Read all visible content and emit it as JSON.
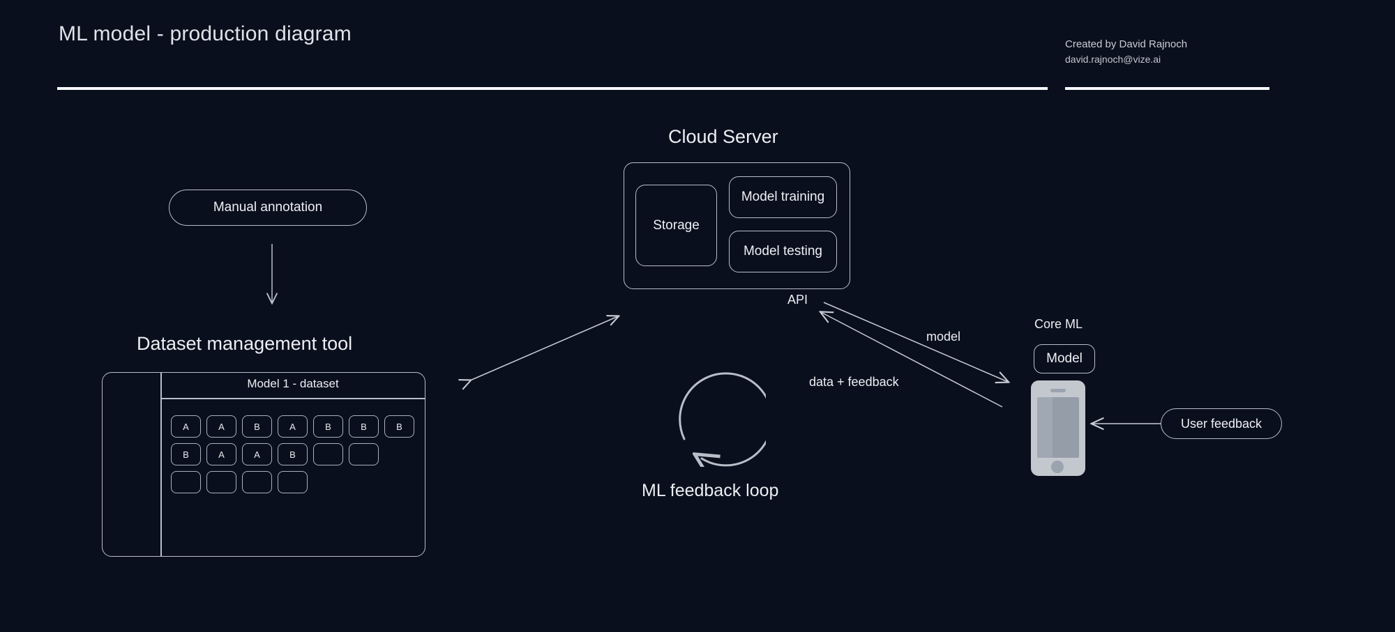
{
  "header": {
    "title": "ML model - production diagram",
    "credit_line1": "Created by David Rajnoch",
    "credit_line2": "david.rajnoch@vize.ai"
  },
  "nodes": {
    "manual_annotation": "Manual annotation",
    "dataset_tool_title": "Dataset management tool",
    "dataset_header": "Model 1 - dataset",
    "cloud_title": "Cloud Server",
    "storage": "Storage",
    "model_training": "Model training",
    "model_testing": "Model testing",
    "api": "API",
    "feedback_loop": "ML feedback loop",
    "core_ml": "Core ML",
    "model": "Model",
    "user_feedback": "User feedback"
  },
  "edges": {
    "model": "model",
    "data_feedback": "data + feedback"
  },
  "dataset_tiles": {
    "rows": [
      [
        "A",
        "A",
        "B",
        "A",
        "B",
        "B",
        "B"
      ],
      [
        "B",
        "A",
        "A",
        "B",
        "",
        ""
      ],
      [
        "",
        "",
        "",
        ""
      ]
    ]
  },
  "colors": {
    "background": "#0a0f1e",
    "stroke": "#b9bfc8",
    "text": "#e8eaed",
    "rule": "#ffffff",
    "phone_body": "#c3c8cf",
    "phone_screen": "#949da8"
  }
}
